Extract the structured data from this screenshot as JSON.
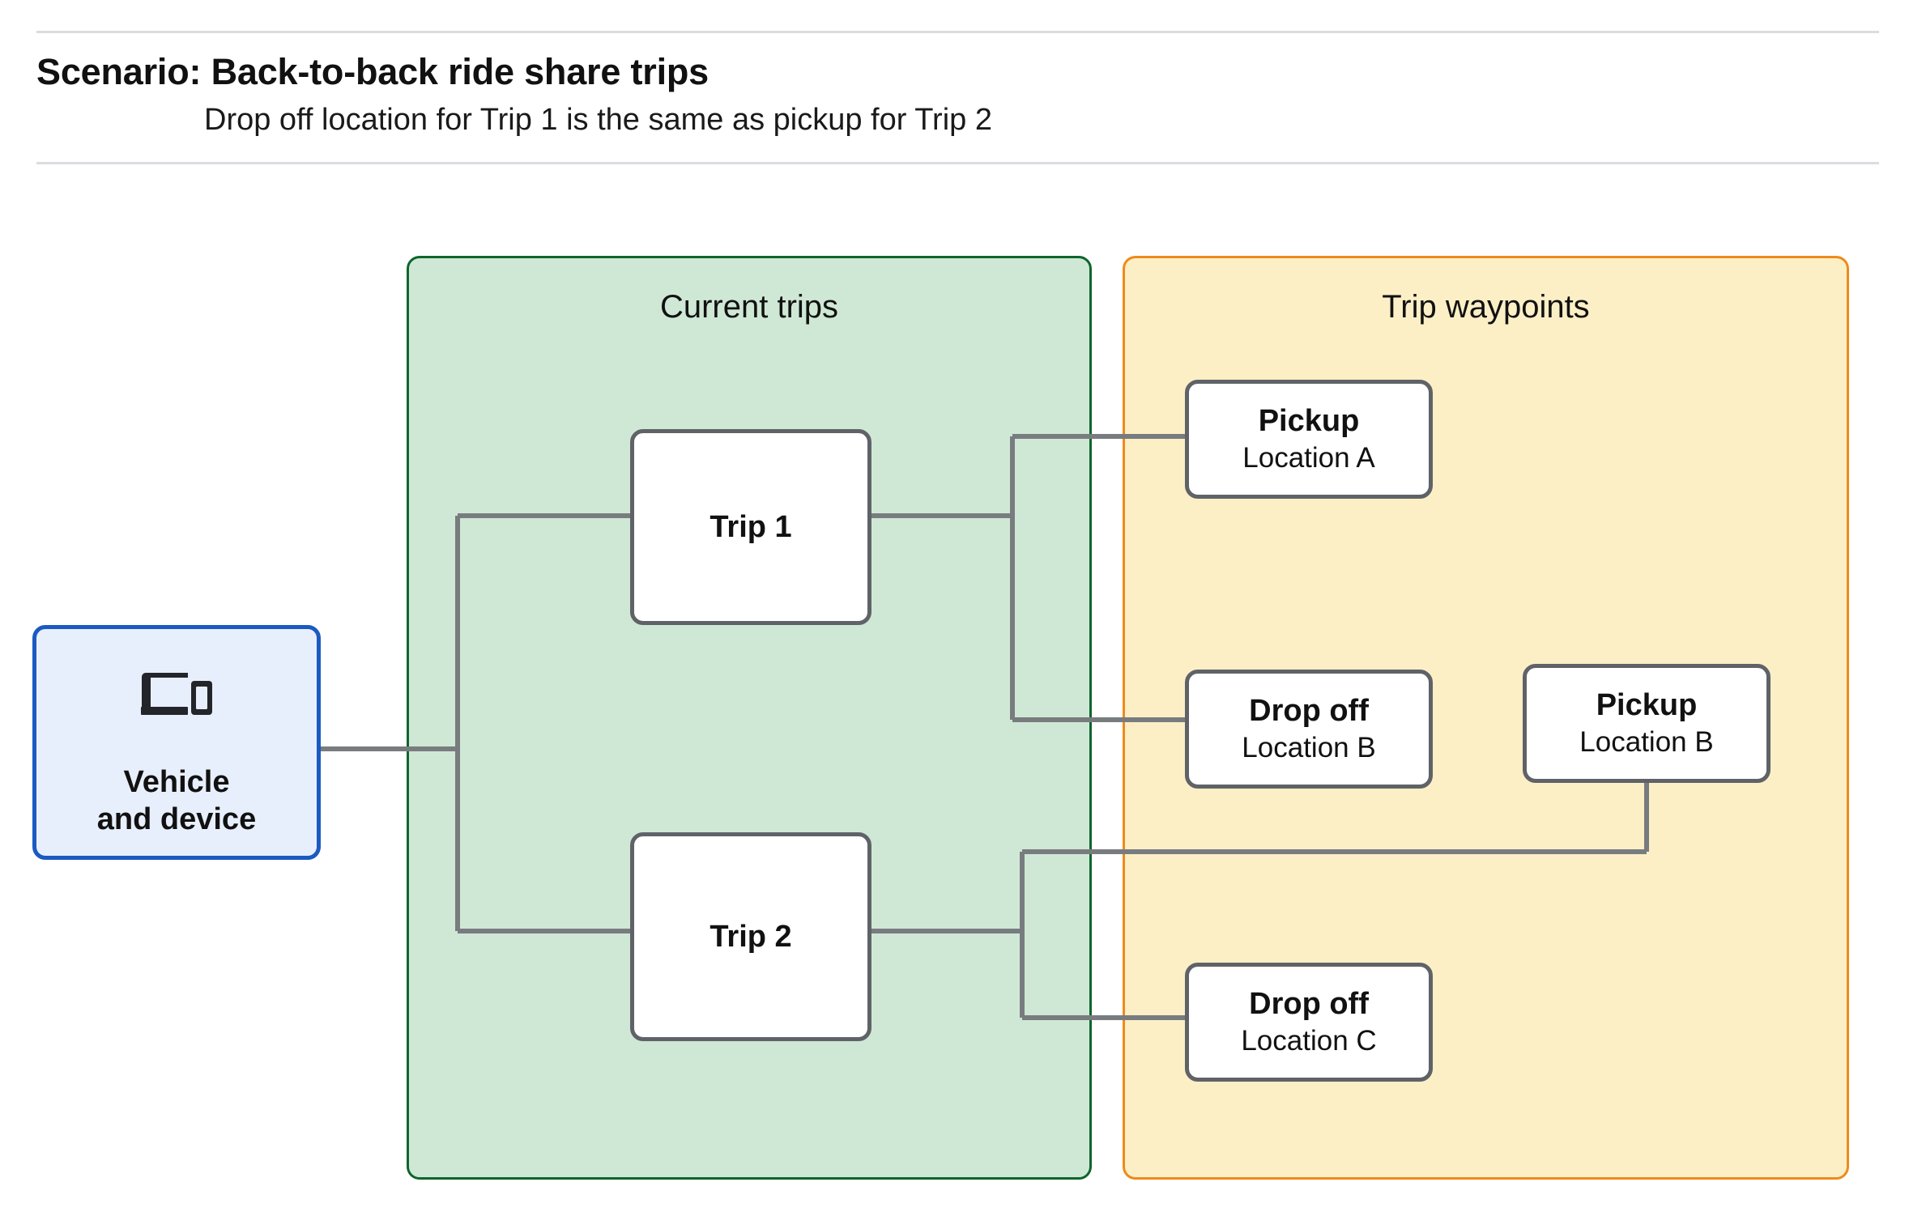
{
  "header": {
    "title": "Scenario: Back-to-back ride share trips",
    "subtitle": "Drop off  location for Trip 1 is the same as pickup for Trip 2"
  },
  "groups": {
    "current_trips": {
      "title": "Current trips"
    },
    "trip_waypoints": {
      "title": "Trip waypoints"
    }
  },
  "nodes": {
    "vehicle": {
      "icon": "devices-icon",
      "label": "Vehicle\nand device"
    },
    "trip_1": {
      "label": "Trip 1"
    },
    "trip_2": {
      "label": "Trip 2"
    },
    "pickup_a": {
      "title": "Pickup",
      "location": "Location A"
    },
    "dropoff_b": {
      "title": "Drop off",
      "location": "Location B"
    },
    "pickup_b": {
      "title": "Pickup",
      "location": "Location B"
    },
    "dropoff_c": {
      "title": "Drop off",
      "location": "Location C"
    }
  },
  "colors": {
    "current_trips_fill": "#cfe8d5",
    "current_trips_border": "#0d652d",
    "trip_waypoints_fill": "#fcefc6",
    "trip_waypoints_border": "#ef8a1a",
    "vehicle_fill": "#e8effc",
    "vehicle_border": "#1a5ac2",
    "node_border": "#5f6368",
    "edge": "#787c7f",
    "rule": "#dadce0"
  },
  "edges": [
    {
      "from": "vehicle",
      "to": "trip_1"
    },
    {
      "from": "vehicle",
      "to": "trip_2"
    },
    {
      "from": "trip_1",
      "to": "pickup_a"
    },
    {
      "from": "trip_1",
      "to": "dropoff_b"
    },
    {
      "from": "trip_2",
      "to": "pickup_b"
    },
    {
      "from": "trip_2",
      "to": "dropoff_c"
    }
  ]
}
